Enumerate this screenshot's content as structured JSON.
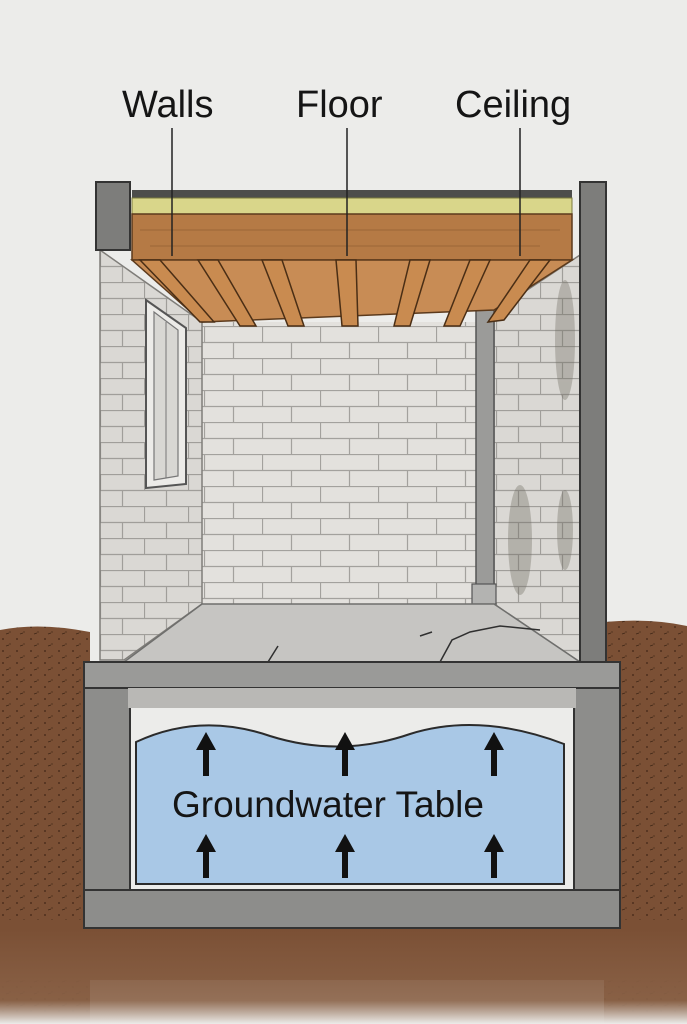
{
  "labels": {
    "walls": "Walls",
    "floor": "Floor",
    "ceiling": "Ceiling",
    "groundwater": "Groundwater Table"
  },
  "colors": {
    "background": "#ececea",
    "soil": "#7a4f33",
    "concrete": "#8f8f8f",
    "block": "#dedcd8",
    "wood": "#b57a45",
    "insulation": "#d9d68a",
    "water": "#a9c8e6"
  },
  "icons": {
    "arrow": "up-arrow-icon"
  }
}
